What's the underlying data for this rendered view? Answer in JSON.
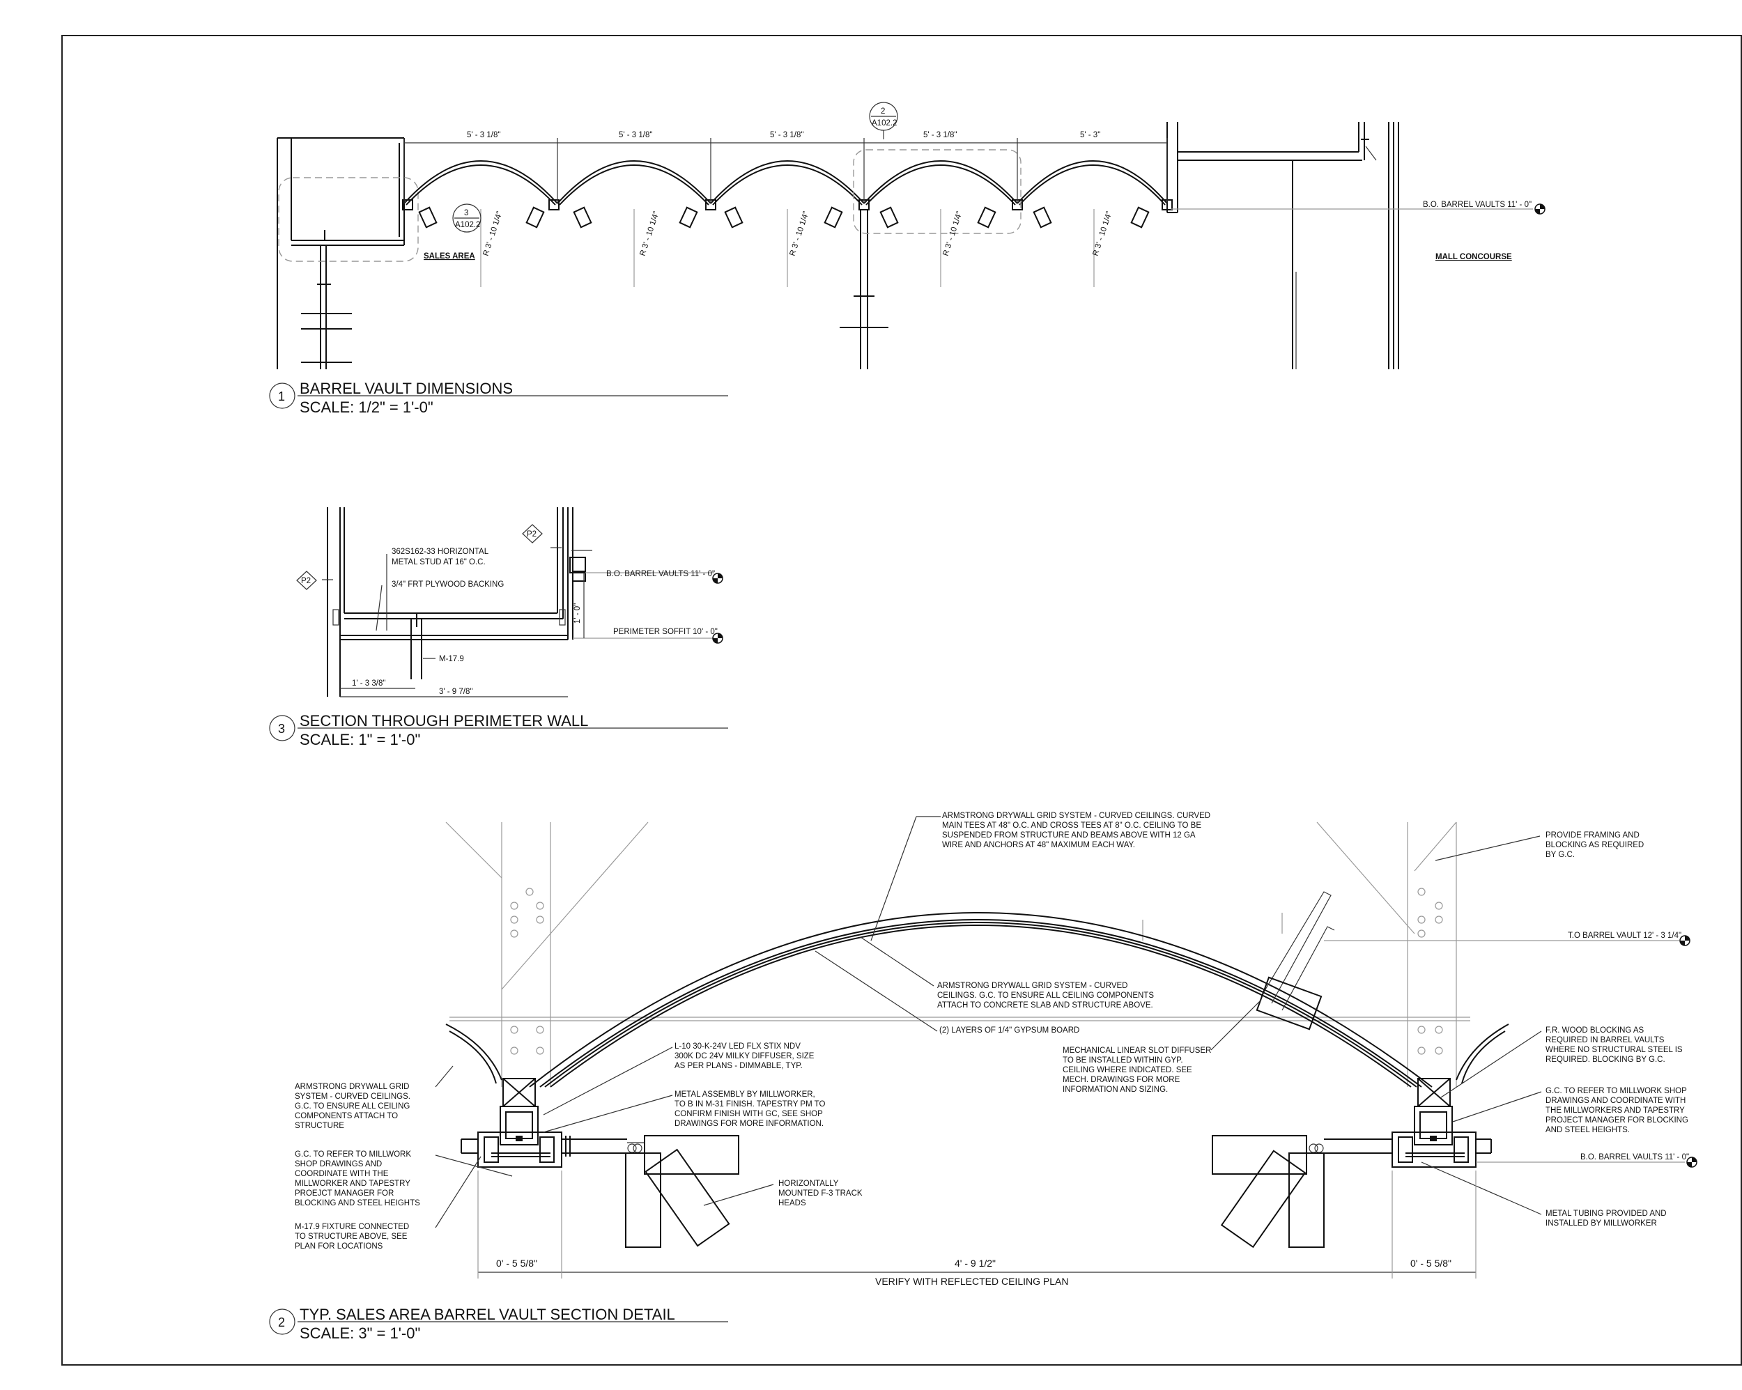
{
  "detail1": {
    "number": "1",
    "title": "BARREL VAULT DIMENSIONS",
    "scale": "SCALE:  1/2\" = 1'-0\"",
    "dims": [
      "5' - 3 1/8\"",
      "5' - 3 1/8\"",
      "5' - 3 1/8\"",
      "5' - 3 1/8\"",
      "5' - 3\""
    ],
    "radius": [
      "R 3' - 10 1/4\"",
      "R 3' - 10 1/4\"",
      "R 3' - 10 1/4\"",
      "R 3' - 10 1/4\"",
      "R 3' - 10 1/4\""
    ],
    "callout_top": {
      "num": "2",
      "ref": "A102.2"
    },
    "callout_side": {
      "num": "3",
      "ref": "A102.2"
    },
    "elevation": "B.O. BARREL VAULTS 11' - 0\"",
    "sales_area": "SALES AREA",
    "mall_concourse": "MALL CONCOURSE"
  },
  "detail3": {
    "number": "3",
    "title": "SECTION THROUGH PERIMETER WALL",
    "scale": "SCALE:  1\" = 1'-0\"",
    "tag_left": "P2",
    "tag_right": "P2",
    "note_stud": [
      "362S162-33 HORIZONTAL",
      "METAL STUD AT 16\" O.C."
    ],
    "note_plywood": "3/4\" FRT PLYWOOD BACKING",
    "note_fixture": "M-17.9",
    "elev_vault": "B.O. BARREL VAULTS 11' - 0\"",
    "elev_soffit": "PERIMETER SOFFIT 10' - 0\"",
    "dim_vertical": "1' - 0\"",
    "dim_a": "1' - 3 3/8\"",
    "dim_b": "3' - 9 7/8\""
  },
  "detail2": {
    "number": "2",
    "title": "TYP. SALES AREA BARREL VAULT SECTION DETAIL",
    "scale": "SCALE:  3\" = 1'-0\"",
    "note_grid_top": [
      "ARMSTRONG DRYWALL GRID SYSTEM - CURVED CEILINGS. CURVED",
      "MAIN TEES AT 48\" O.C. AND CROSS TEES AT 8\" O.C. CEILING TO BE",
      "SUSPENDED FROM STRUCTURE AND BEAMS ABOVE WITH 12 GA",
      "WIRE AND ANCHORS AT 48\" MAXIMUM EACH WAY."
    ],
    "note_framing": [
      "PROVIDE FRAMING AND",
      "BLOCKING AS REQUIRED",
      "BY G.C."
    ],
    "elev_top": "T.O BARREL VAULT 12' - 3 1/4\"",
    "note_grid_mid": [
      "ARMSTRONG DRYWALL GRID SYSTEM - CURVED",
      "CEILINGS. G.C. TO ENSURE ALL CEILING COMPONENTS",
      "ATTACH TO CONCRETE SLAB AND STRUCTURE ABOVE."
    ],
    "note_gypsum": "(2) LAYERS OF 1/4\" GYPSUM BOARD",
    "note_diffuser": [
      "MECHANICAL LINEAR SLOT DIFFUSER",
      "TO BE INSTALLED WITHIN GYP.",
      "CEILING WHERE INDICATED. SEE",
      "MECH. DRAWINGS FOR MORE",
      "INFORMATION AND SIZING."
    ],
    "note_led": [
      "L-10 30-K-24V LED FLX STIX NDV",
      "300K DC 24V MILKY DIFFUSER, SIZE",
      "AS PER PLANS - DIMMABLE, TYP."
    ],
    "note_metal": [
      "METAL ASSEMBLY BY MILLWORKER,",
      "TO B IN M-31 FINISH. TAPESTRY PM TO",
      "CONFIRM FINISH WITH GC, SEE SHOP",
      "DRAWINGS FOR MORE INFORMATION."
    ],
    "note_track": [
      "HORIZONTALLY",
      "MOUNTED F-3 TRACK",
      "HEADS"
    ],
    "note_grid_left": [
      "ARMSTRONG DRYWALL GRID",
      "SYSTEM - CURVED CEILINGS.",
      "G.C. TO ENSURE ALL CEILING",
      "COMPONENTS ATTACH TO",
      "STRUCTURE"
    ],
    "note_gc_left": [
      "G.C. TO REFER TO MILLWORK",
      "SHOP DRAWINGS AND",
      "COORDINATE WITH THE",
      "MILLWORKER AND TAPESTRY",
      "PROEJCT MANAGER FOR",
      "BLOCKING AND STEEL HEIGHTS"
    ],
    "note_m17": [
      "M-17.9 FIXTURE CONNECTED",
      "TO STRUCTURE ABOVE, SEE",
      "PLAN FOR LOCATIONS"
    ],
    "note_fr": [
      "F.R. WOOD BLOCKING AS",
      "REQUIRED IN BARREL VAULTS",
      "WHERE NO STRUCTURAL STEEL IS",
      "REQUIRED. BLOCKING BY G.C."
    ],
    "note_gc_right": [
      "G.C. TO REFER TO MILLWORK SHOP",
      "DRAWINGS AND COORDINATE WITH",
      "THE MILLWORKERS AND TAPESTRY",
      "PROJECT MANAGER FOR BLOCKING",
      "AND STEEL HEIGHTS."
    ],
    "elev_bottom": "B.O. BARREL VAULTS 11' - 0\"",
    "note_tubing": [
      "METAL TUBING PROVIDED AND",
      "INSTALLED BY MILLWORKER"
    ],
    "dim_left": "0' - 5 5/8\"",
    "dim_mid": "4' - 9 1/2\"",
    "dim_right": "0' - 5 5/8\"",
    "verify": "VERIFY WITH REFLECTED CEILING PLAN"
  }
}
